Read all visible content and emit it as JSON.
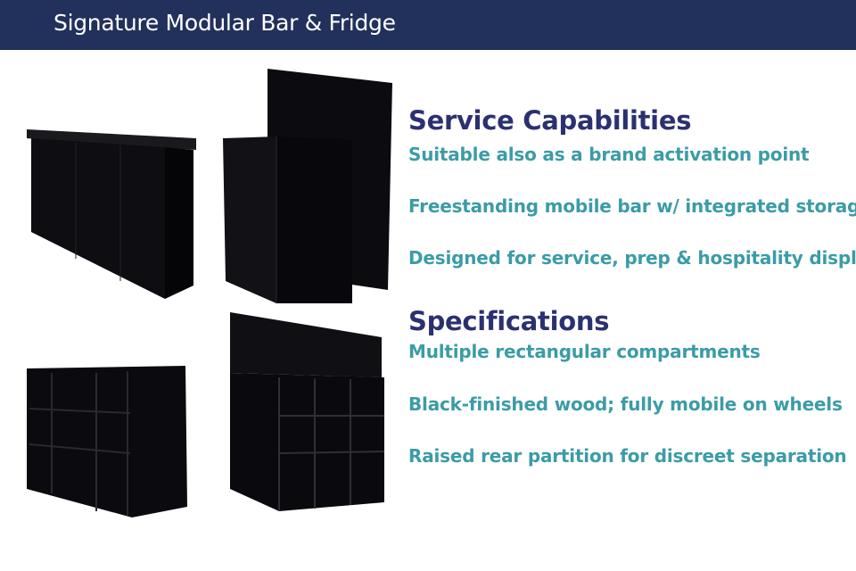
{
  "header": {
    "title": "Signature Modular Bar & Fridge"
  },
  "service": {
    "heading": "Service Capabilities",
    "items": [
      "Suitable also as a brand activation point",
      "Freestanding mobile bar w/ integrated storage",
      "Designed for service, prep & hospitality display"
    ]
  },
  "specs": {
    "heading": "Specifications",
    "items": [
      "Multiple rectangular compartments",
      "Black-finished wood; fully mobile on wheels",
      "Raised rear partition for discreet separation"
    ]
  },
  "colors": {
    "header_bg": "#22305c",
    "heading": "#2b3170",
    "bullet": "#3b9ca6"
  }
}
